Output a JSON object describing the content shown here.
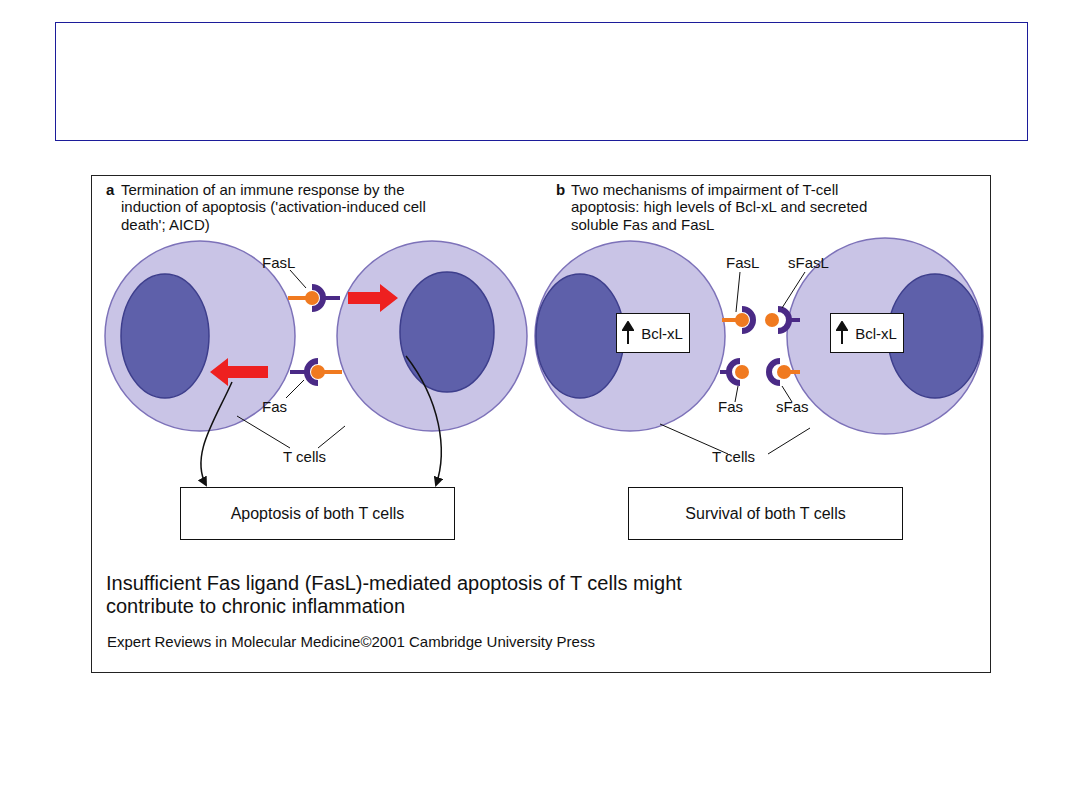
{
  "diagram": {
    "caption": "Insufficient Fas ligand (FasL)-mediated apoptosis of T cells might contribute to chronic inflammation",
    "nodes": [
      {
        "text": [
          "Apoptosis of both T cells"
        ]
      },
      {
        "text": [
          "Bcl-xL"
        ]
      },
      {
        "text": [
          "Bcl-xL"
        ]
      },
      {
        "text": [
          "Survival of both T cells"
        ]
      }
    ],
    "labels": [
      "a",
      "Termination of an immune response by the induction of apoptosis ('activation-induced cell death'; AICD)",
      "FasL",
      "Fas",
      "T cells",
      "b",
      "Two mechanisms of impairment of T-cell apoptosis: high levels of Bcl-xL and secreted soluble Fas and FasL",
      "FasL",
      "sFasL",
      "Fas",
      "sFas",
      "T cells",
      "Expert Reviews in Molecular Medicine©2001 Cambridge University Press"
    ]
  }
}
